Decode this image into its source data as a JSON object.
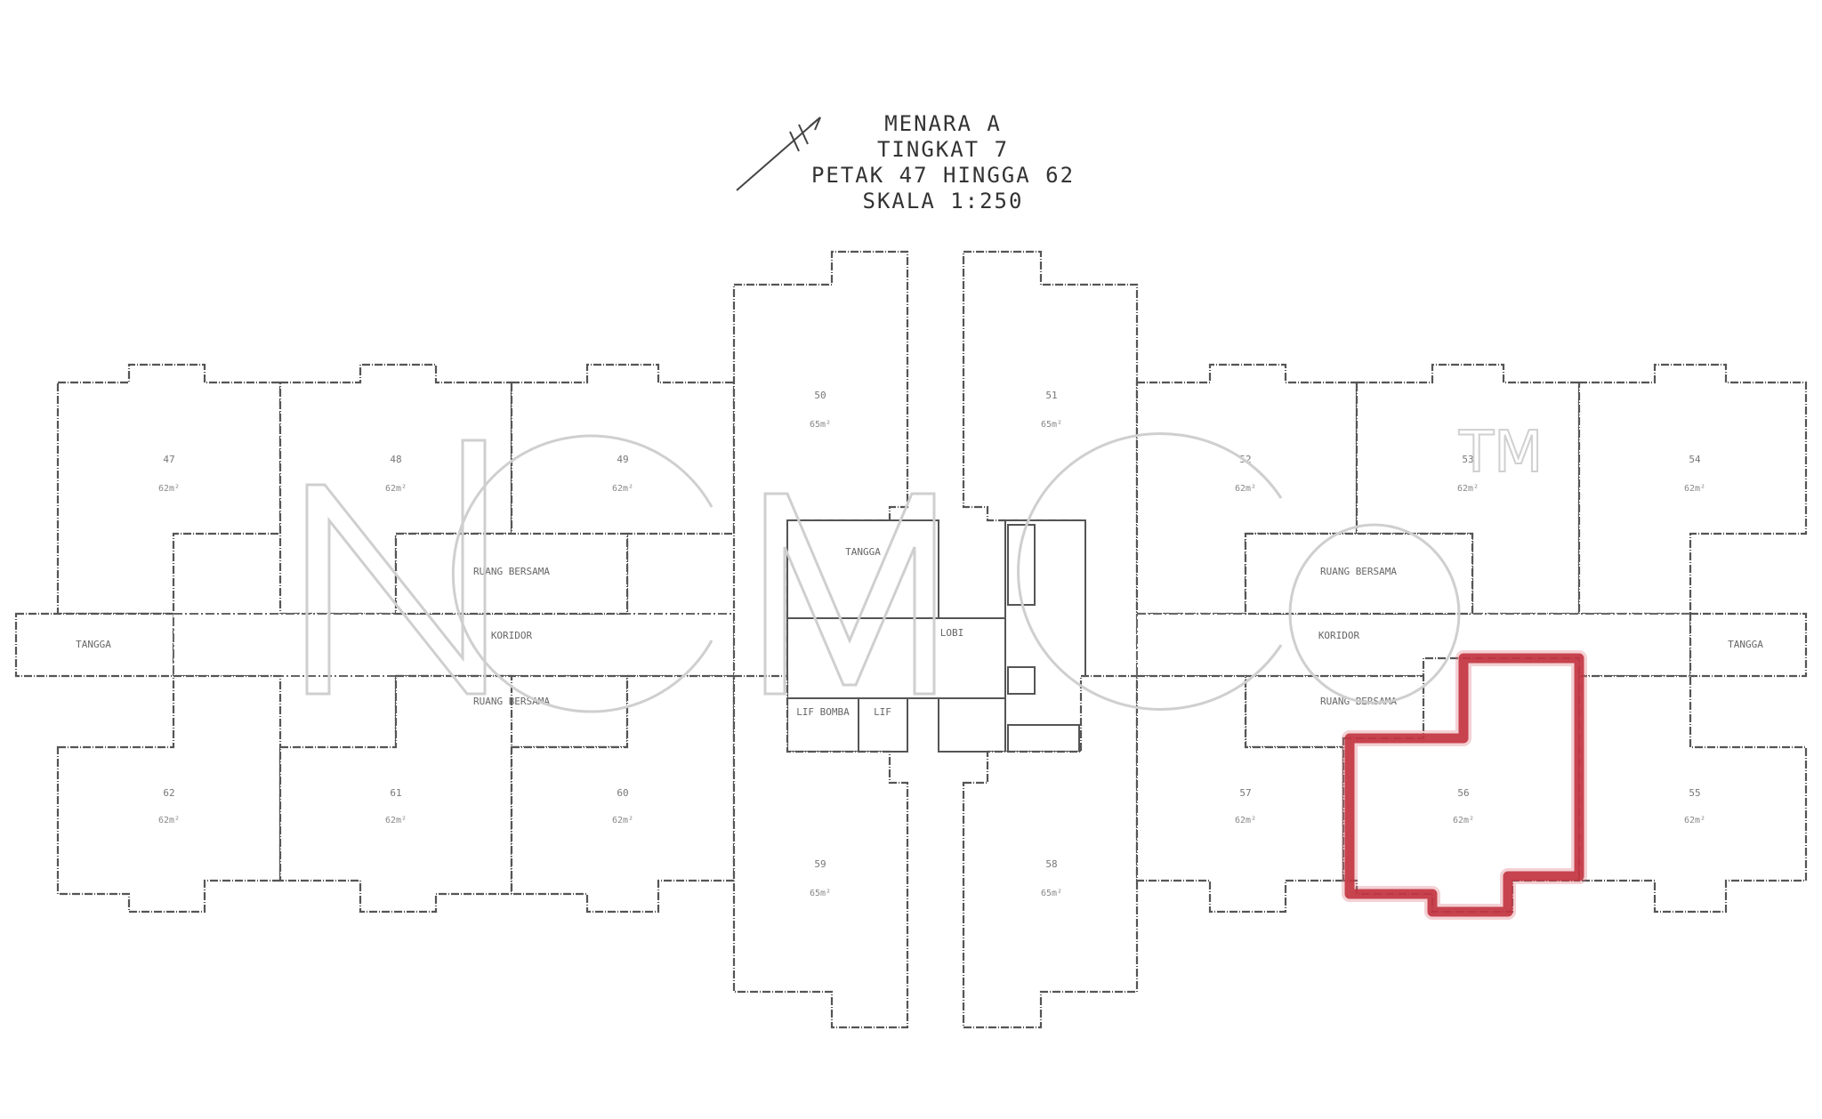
{
  "title": {
    "lines": [
      "MENARA A",
      "TINGKAT 7",
      "PETAK 47 HINGGA 62",
      "SKALA 1:250"
    ]
  },
  "watermark": {
    "text": "NCMCO",
    "mark": "TM"
  },
  "north_arrow": {
    "icon": "north-arrow-icon"
  },
  "units_top": [
    {
      "id": "47",
      "area": "62m²"
    },
    {
      "id": "48",
      "area": "62m²"
    },
    {
      "id": "49",
      "area": "62m²"
    },
    {
      "id": "50",
      "area": "65m²"
    },
    {
      "id": "51",
      "area": "65m²"
    },
    {
      "id": "52",
      "area": "62m²"
    },
    {
      "id": "53",
      "area": "62m²"
    },
    {
      "id": "54",
      "area": "62m²"
    }
  ],
  "units_bottom": [
    {
      "id": "62",
      "area": "62m²"
    },
    {
      "id": "61",
      "area": "62m²"
    },
    {
      "id": "60",
      "area": "62m²"
    },
    {
      "id": "59",
      "area": "65m²"
    },
    {
      "id": "58",
      "area": "65m²"
    },
    {
      "id": "57",
      "area": "62m²"
    },
    {
      "id": "56",
      "area": "62m²"
    },
    {
      "id": "55",
      "area": "62m²"
    }
  ],
  "core_labels": {
    "stair": "TANGGA",
    "lobby": "LOBI",
    "lift": "LIF",
    "bomba_lift": "LIF BOMBA",
    "corridor_left": "KORIDOR",
    "corridor_right": "KORIDOR",
    "common_left_top": "RUANG BERSAMA",
    "common_left_bottom": "RUANG BERSAMA",
    "common_right_top": "RUANG BERSAMA",
    "common_right_bottom": "RUANG BERSAMA",
    "end_left": "TANGGA",
    "end_right": "TANGGA"
  },
  "highlight": {
    "unit": "56",
    "color": "#c2333f"
  }
}
